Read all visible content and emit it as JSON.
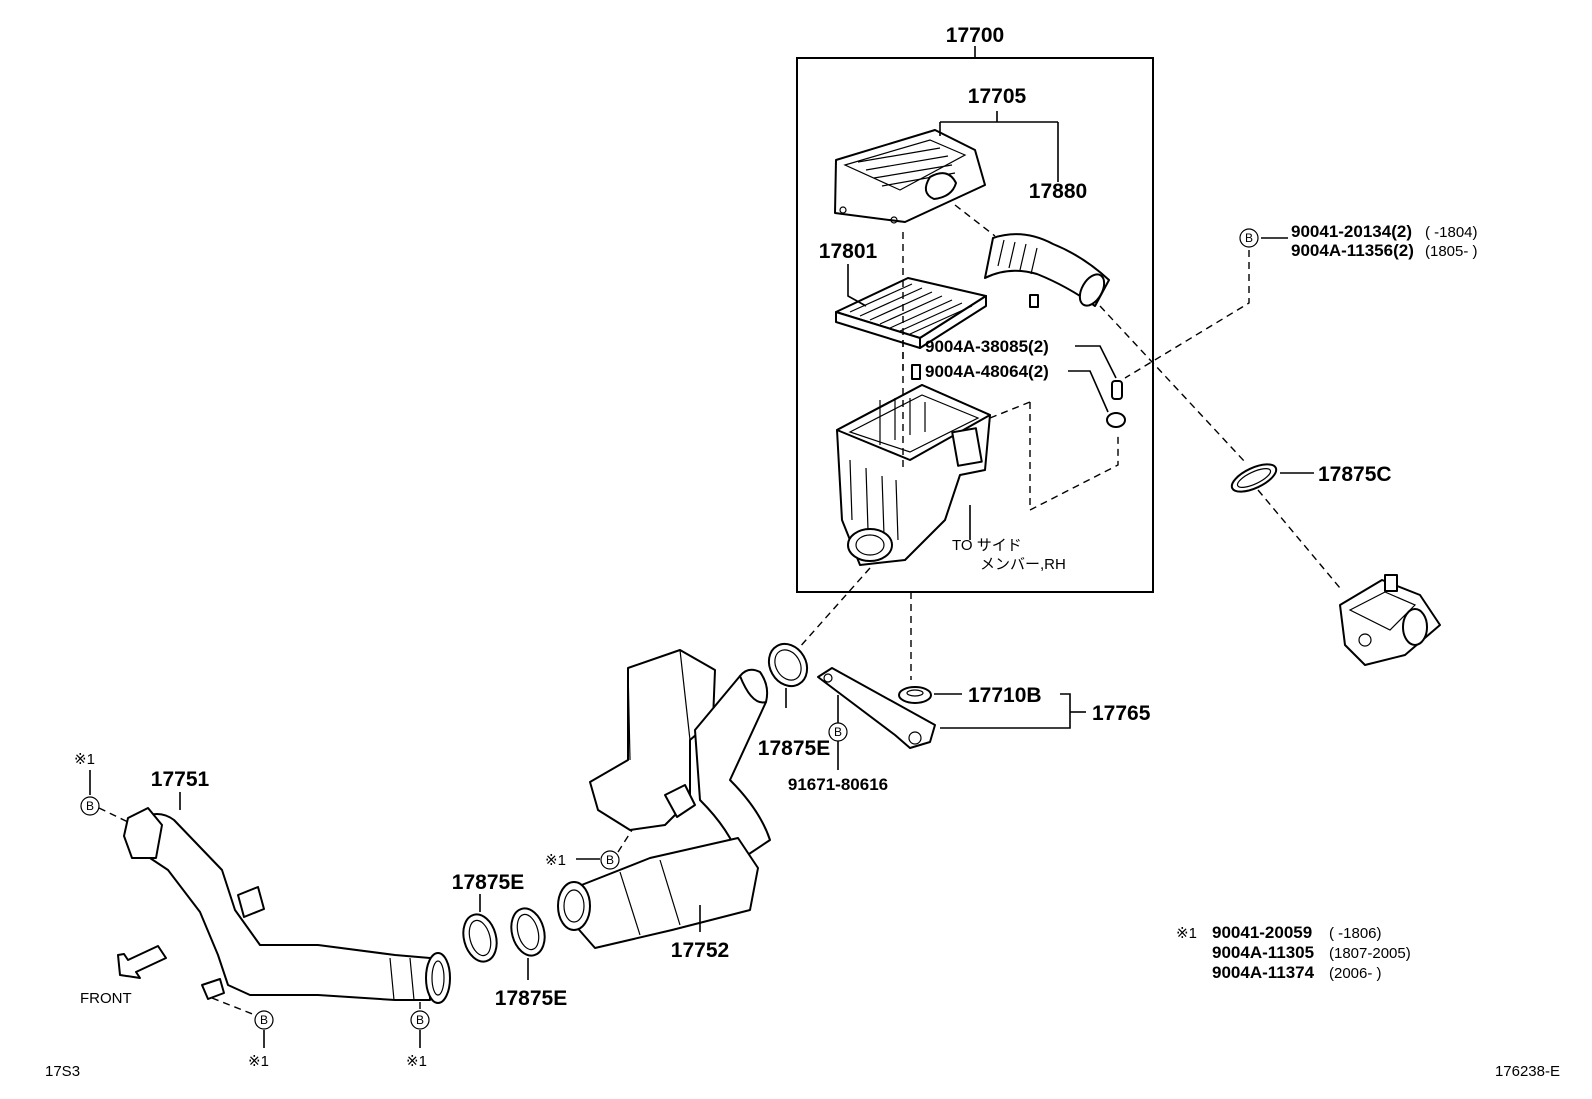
{
  "labels": {
    "assy": "17700",
    "cap": "17705",
    "hose": "17880",
    "element": "17801",
    "bolt_a": "9004A-38085(2)",
    "grommet": "9004A-48064(2)",
    "clamp_c": "17875C",
    "cushion": "17710B",
    "bracket_set": "17765",
    "clamp_e_upper": "17875E",
    "bolt_b": "91671-80616",
    "duct_front": "17751",
    "clamp_e_mid": "17875E",
    "clamp_e_low": "17875E",
    "resonator": "17752",
    "front": "FRONT",
    "to_side": "TO サイド",
    "member_rh": "メンバー,RH",
    "ref_left": "17S3",
    "ref_right": "176238-E"
  },
  "bolt_callout": {
    "mark": "B",
    "row1_part": "90041-20134(2)",
    "row1_cond": "(      -1804)",
    "row2_part": "9004A-11356(2)",
    "row2_cond": "(1805-        )"
  },
  "note1": {
    "mark": "※1",
    "rows": [
      {
        "part": "90041-20059",
        "cond": "(        -1806)"
      },
      {
        "part": "9004A-11305",
        "cond": "(1807-2005)"
      },
      {
        "part": "9004A-11374",
        "cond": "(2006-        )"
      }
    ]
  },
  "markers": {
    "b": "B",
    "star1": "※1"
  }
}
